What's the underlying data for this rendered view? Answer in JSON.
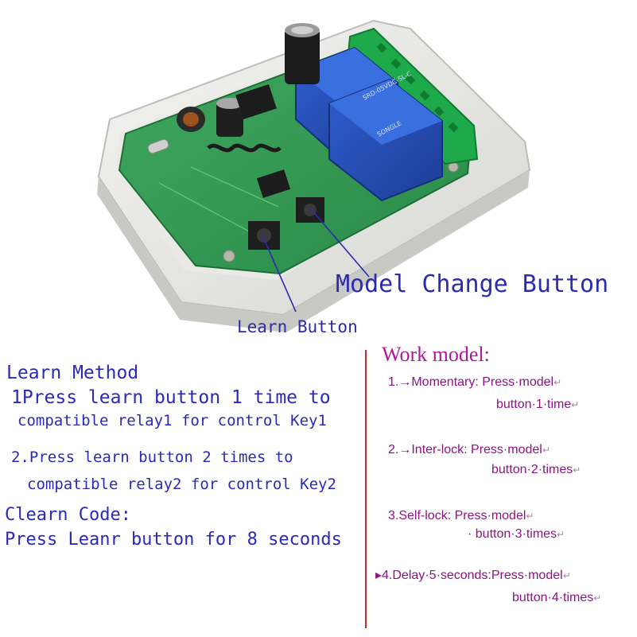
{
  "photo": {
    "relay_label_1": "SRD-05VDC-SL-C",
    "relay_label_2": "SONGLE"
  },
  "callouts": {
    "model_change": "Model Change Button",
    "learn": "Learn Button"
  },
  "learn_method": {
    "title": "Learn Method",
    "step1_line1": "1Press learn button 1 time to",
    "step1_line2": "compatible relay1 for control Key1",
    "step2_line1": "2.Press learn button 2 times to",
    "step2_line2": "compatible relay2 for control Key2"
  },
  "clear_code": {
    "title": "Clearn Code:",
    "desc": "Press Leanr button for 8 seconds"
  },
  "work_model": {
    "title": "Work model:",
    "items": [
      {
        "line1": "1.→Momentary: Press·model",
        "line2": "button·1·time"
      },
      {
        "line1": "2.→Inter-lock:  Press·model",
        "line2": "button·2·times"
      },
      {
        "line1": "3.Self-lock:  Press·model",
        "line2": "· button·3·times"
      },
      {
        "line1": "▸4.Delay·5·seconds:Press·model",
        "line2": "button·4·times"
      }
    ]
  },
  "colors": {
    "label_blue": "#2b2bb0",
    "work_magenta": "#b0179b",
    "divider_red": "#c03030"
  }
}
